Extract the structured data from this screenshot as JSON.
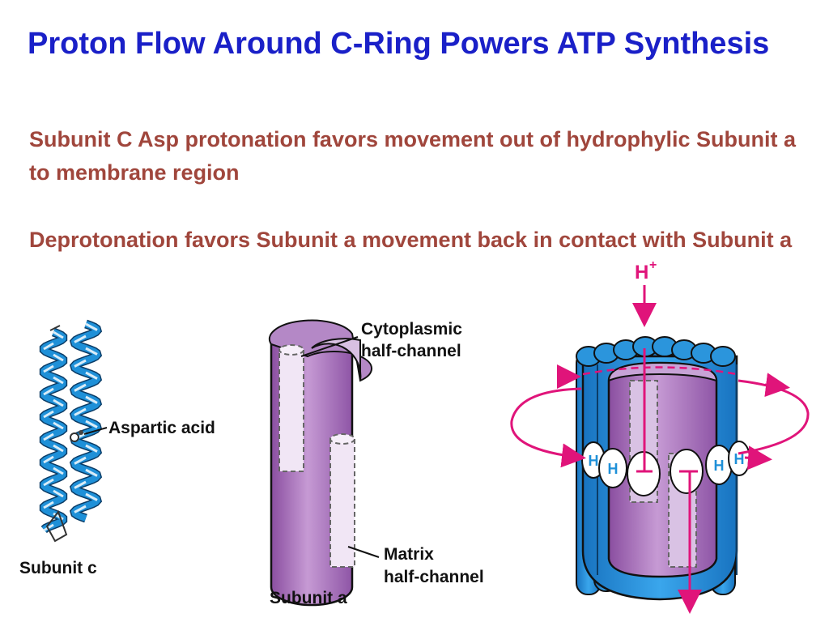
{
  "title": "Proton Flow Around C-Ring Powers ATP Synthesis",
  "paragraphs": [
    "Subunit C Asp protonation favors movement out of hydrophylic Subunit a to membrane region",
    "Deprotonation favors Subunit a movement back in contact with Subunit a"
  ],
  "figure_labels": {
    "aspartic_acid": "Aspartic acid",
    "subunit_c": "Subunit c",
    "cytoplasmic_line1": "Cytoplasmic",
    "cytoplasmic_line2": "half-channel",
    "matrix_line1": "Matrix",
    "matrix_line2": "half-channel",
    "subunit_a": "Subunit a",
    "proton": "H",
    "proton_charge": "+",
    "ring_h": "H"
  },
  "colors": {
    "title": "#1a20c8",
    "text": "#a0463c",
    "helix": "#1e90d8",
    "subunit_a": "#a46cb8",
    "flow_arrow": "#e0147a"
  }
}
